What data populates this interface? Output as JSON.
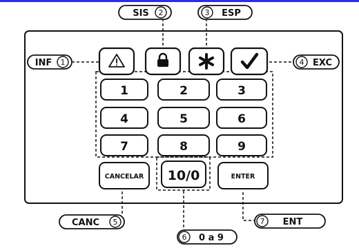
{
  "keypad": {
    "icon_keys": [
      {
        "id": "inf",
        "icon": "warning-triangle-icon"
      },
      {
        "id": "sis",
        "icon": "padlock-icon"
      },
      {
        "id": "esp",
        "icon": "asterisk-icon"
      },
      {
        "id": "exc",
        "icon": "checkmark-icon"
      }
    ],
    "digit_keys": [
      "1",
      "2",
      "3",
      "4",
      "5",
      "6",
      "7",
      "8",
      "9"
    ],
    "cancel_key": "CANCELAR",
    "zero_key": "10/0",
    "enter_key": "ENTER"
  },
  "callouts": {
    "inf": {
      "label": "INF",
      "num": "1"
    },
    "sis": {
      "label": "SIS",
      "num": "2"
    },
    "esp": {
      "label": "ESP",
      "num": "3"
    },
    "exc": {
      "label": "EXC",
      "num": "4"
    },
    "canc": {
      "label": "CANC",
      "num": "5"
    },
    "digits": {
      "label": "0 a 9",
      "num": "6"
    },
    "ent": {
      "label": "ENT",
      "num": "7"
    }
  },
  "colors": {
    "top_line": "#2c2cf0",
    "ink": "#111111"
  }
}
